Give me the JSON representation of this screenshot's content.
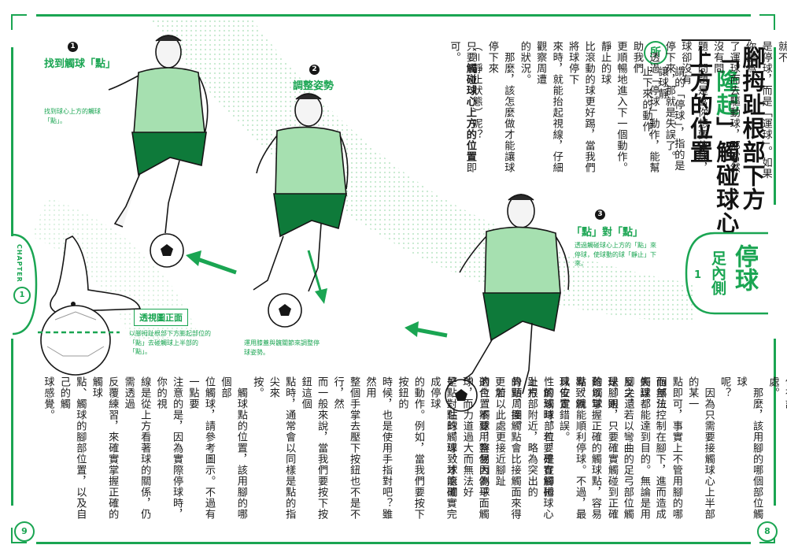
{
  "page_right": {
    "title_parts": [
      "腳拇趾根部下方「",
      "隆起",
      "」",
      "觸碰球心上方的位置"
    ],
    "chapter_tag": {
      "title": "停球",
      "subtitle": "足內側",
      "number": "1"
    },
    "page_number": "8",
    "marker": "所",
    "col_intro": "謂的「停球」，指的是讓球靜\n止下來的動作。",
    "col_main": "如果球還在滾動的狀態，那就不\n是停球，而是「運球」。如果你是為\n了運球而去驅動球，那當然沒有問\n題，問題是當你想要停球，球卻沒有\n停下來，那就是失誤了。\n　透過「停球」動作，能幫助我們\n更順暢地進入下一個動作。靜止的球\n比滾動的球更好踢，當我們將球停下\n來時，就能抬起視線，仔細觀察周遭\n的狀況。\n　那麼，該怎麼做才能讓球停下來\n（＝靜止狀態）呢？",
    "col_end_plain": "只要",
    "col_end_bold": "觸碰球心上方的位置",
    "col_end_after": "即可。",
    "bottom_text": "如果觸碰球心下方的位置，球勢必會\n因為受力而往上彈。而觸碰球心，也\n會使球反彈出去。只有從上方觸球，\n才能對施以向下的力量。由於球的\n下方就是地面，向下的力量也不足以\n將球壓入地面，因此便能將球停在該\n處。\n　那麼，該用腳的哪個部位觸球\n呢？\n　因為只需要接觸球心上半部的某一\n點即可，事實上不管用腳的哪個部位\n觸球都能達到目的。無論是用腳尖還\n是腳跟，只要確實觸碰到正確的觸球\n點，就能順利停球。不過，最具安定\n性的觸球部位，是在腳拇\n趾根部附近，略為突出的\n骨頭周圍。\n　若以此處更接近腳趾\n的位置觸球，容易因為球\n的衝擊力道過大而無法好\n好控制住球，導致球滾開"
  },
  "page_left": {
    "page_number": "9",
    "chapter_label": "CHAPTER",
    "chapter_number": "1",
    "steps": [
      {
        "number": "1",
        "label": "找到觸球「點」",
        "caption": "找到球心上方的觸球「點」。"
      },
      {
        "number": "2",
        "label": "調整姿勢",
        "caption": "運用膝蓋與髖關節來調整停球姿勢。"
      },
      {
        "number": "3",
        "label": "「點」對「點」",
        "caption": "透過觸碰球心上方的「點」來停球，使球動的球「靜止」下來。"
      }
    ],
    "side_box_label": "透視圖正面",
    "side_box_caption": "以腳拇趾根部下方膨起部位的「點」去碰觸球上半部的「點」。",
    "bottom_text": "而無法控制在腳下，進而造成失誤。\n反之，若以彎曲的足弓部位觸球，則\n難以掌握正確的觸球點，容易導致觸\n球位置錯誤。\n　觸球時，若要確實觸碰球心上方\n的點，接觸點會比接觸面來得更加\n適合。不要用整個內側平面觸球，而\n是點對點的觸球，才能確實完成停球\n的動作。例如，當我們要按下按鈕的\n時候，也是使用手指對吧？雖然用\n整個手掌去壓下按鈕也不是不行，然\n而一般來說，當我們要按下按鈕這個\n點時，通常會以同樣是點的指尖來\n按。\n　觸球點的位置，該用腳的哪個部\n位觸球，請參考圖示。不過有一點要\n注意的是，因為實際停球時，你的視\n線是從上方看著球的關係，仍需透過\n反覆練習，來確實掌握正確的觸球\n點、觸球的腳部位置，以及自己的觸\n球感覺。"
  },
  "colors": {
    "accent": "#1aa552",
    "shirt": "#a6e0b0",
    "shorts": "#0e7a3a",
    "ink": "#161616"
  },
  "icons": [
    "player-figure",
    "soccer-ball",
    "direction-arrow",
    "foot-sketch"
  ]
}
